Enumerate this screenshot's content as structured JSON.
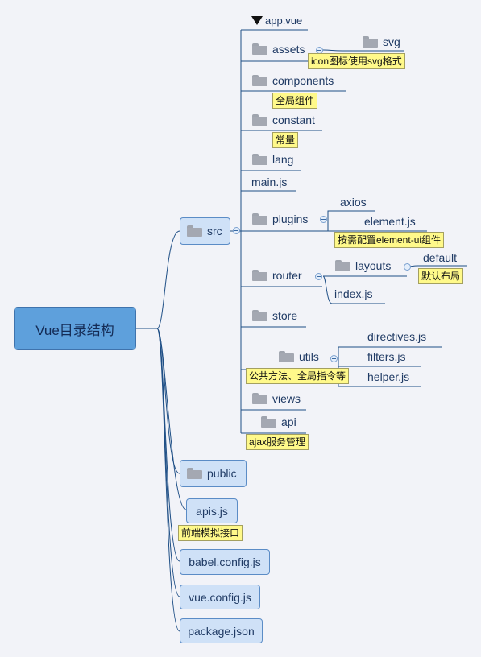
{
  "root": "Vue目录结构",
  "src": {
    "label": "src",
    "app": "app.vue",
    "assets": "assets",
    "svg": "svg",
    "assets_note": "icon图标使用svg格式",
    "components": "components",
    "components_note": "全局组件",
    "constant": "constant",
    "constant_note": "常量",
    "lang": "lang",
    "main": "main.js",
    "plugins": "plugins",
    "axios": "axios",
    "element": "element.js",
    "plugins_note": "按需配置element-ui组件",
    "router": "router",
    "layouts": "layouts",
    "default": "default",
    "default_note": "默认布局",
    "index": "index.js",
    "store": "store",
    "utils": "utils",
    "directives": "directives.js",
    "filters": "filters.js",
    "helper": "helper.js",
    "utils_note": "公共方法、全局指令等",
    "views": "views",
    "api": "api",
    "api_note": "ajax服务管理"
  },
  "public": "public",
  "apis": "apis.js",
  "apis_note": "前端模拟接口",
  "babel": "babel.config.js",
  "vueconfig": "vue.config.js",
  "package": "package.json",
  "colors": {
    "root_fill": "#5ea0dc",
    "box_fill": "#cfe1f7",
    "line": "#1f4f86",
    "note_fill": "#fff98a",
    "background": "#f2f3f8"
  }
}
